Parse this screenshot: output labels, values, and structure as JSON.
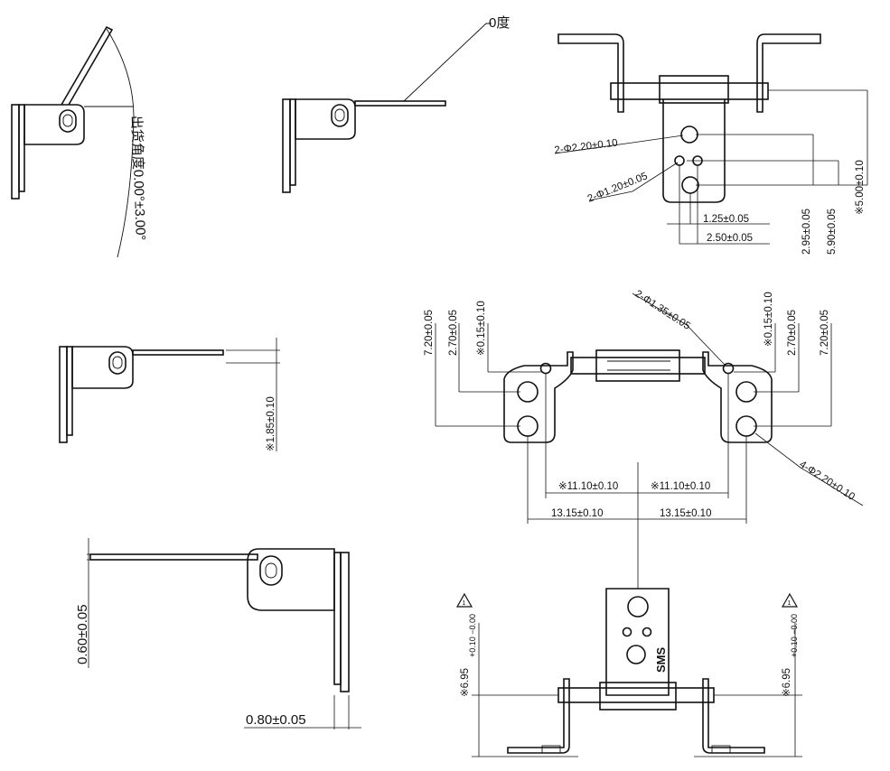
{
  "labels": {
    "exit_angle": "出货角度0.00°±3.00°",
    "zero_deg": "0度",
    "hole_220": "2-Φ2.20±0.10",
    "hole_120": "2-Φ1.20±0.05",
    "d_125": "1.25±0.05",
    "d_250": "2.50±0.05",
    "d_295": "2.95±0.05",
    "d_590": "5.90±0.05",
    "d_500": "※5.00±0.10",
    "d_185": "※1.85±0.10",
    "d_720_l": "7.20±0.05",
    "d_270_l": "2.70±0.05",
    "d_015_l": "※0.15±0.10",
    "hole_135": "2-Φ1.35±0.05",
    "d_015_r": "※0.15±0.10",
    "d_270_r": "2.70±0.05",
    "d_720_r": "7.20±0.05",
    "hole_4_220": "4-Φ2.20±0.10",
    "d_1110_l": "※11.10±0.10",
    "d_1110_r": "※11.10±0.10",
    "d_1315_l": "13.15±0.10",
    "d_1315_r": "13.15±0.10",
    "d_060": "0.60±0.05",
    "d_080": "0.80±0.05",
    "d_695_l_main": "※6.95",
    "d_695_l_tol": "+0.10 −0.00",
    "d_695_r_main": "※6.95",
    "d_695_r_tol": "+0.10 −0.00",
    "marking": "SMS",
    "warn_left": "1",
    "warn_right": "1"
  }
}
